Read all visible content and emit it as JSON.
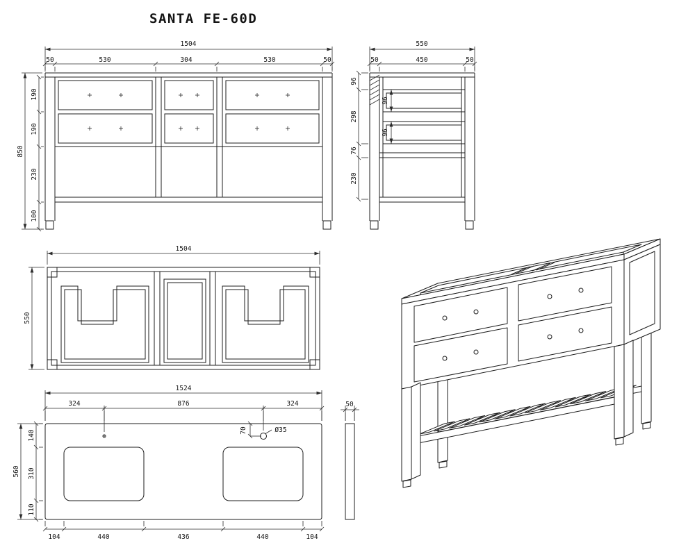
{
  "title": "SANTA FE-60D",
  "front": {
    "total_width": "1504",
    "seg_widths": [
      "50",
      "530",
      "304",
      "530",
      "50"
    ],
    "total_height": "850",
    "seg_heights": [
      "190",
      "190",
      "230",
      "100"
    ]
  },
  "side": {
    "total_width": "550",
    "seg_widths": [
      "50",
      "450",
      "50"
    ],
    "seg_heights": [
      "96",
      "298",
      "76",
      "230"
    ],
    "drawer_heights": [
      "96",
      "96"
    ]
  },
  "plan": {
    "width": "1504",
    "depth": "550"
  },
  "counter": {
    "total_width": "1524",
    "top_segs": [
      "324",
      "876",
      "324"
    ],
    "faucet_offset": "70",
    "faucet_dia": "Ø35",
    "total_depth": "560",
    "depth_segs": [
      "140",
      "310",
      "110"
    ],
    "bottom_segs": [
      "104",
      "440",
      "436",
      "440",
      "104"
    ],
    "thickness": "50"
  }
}
